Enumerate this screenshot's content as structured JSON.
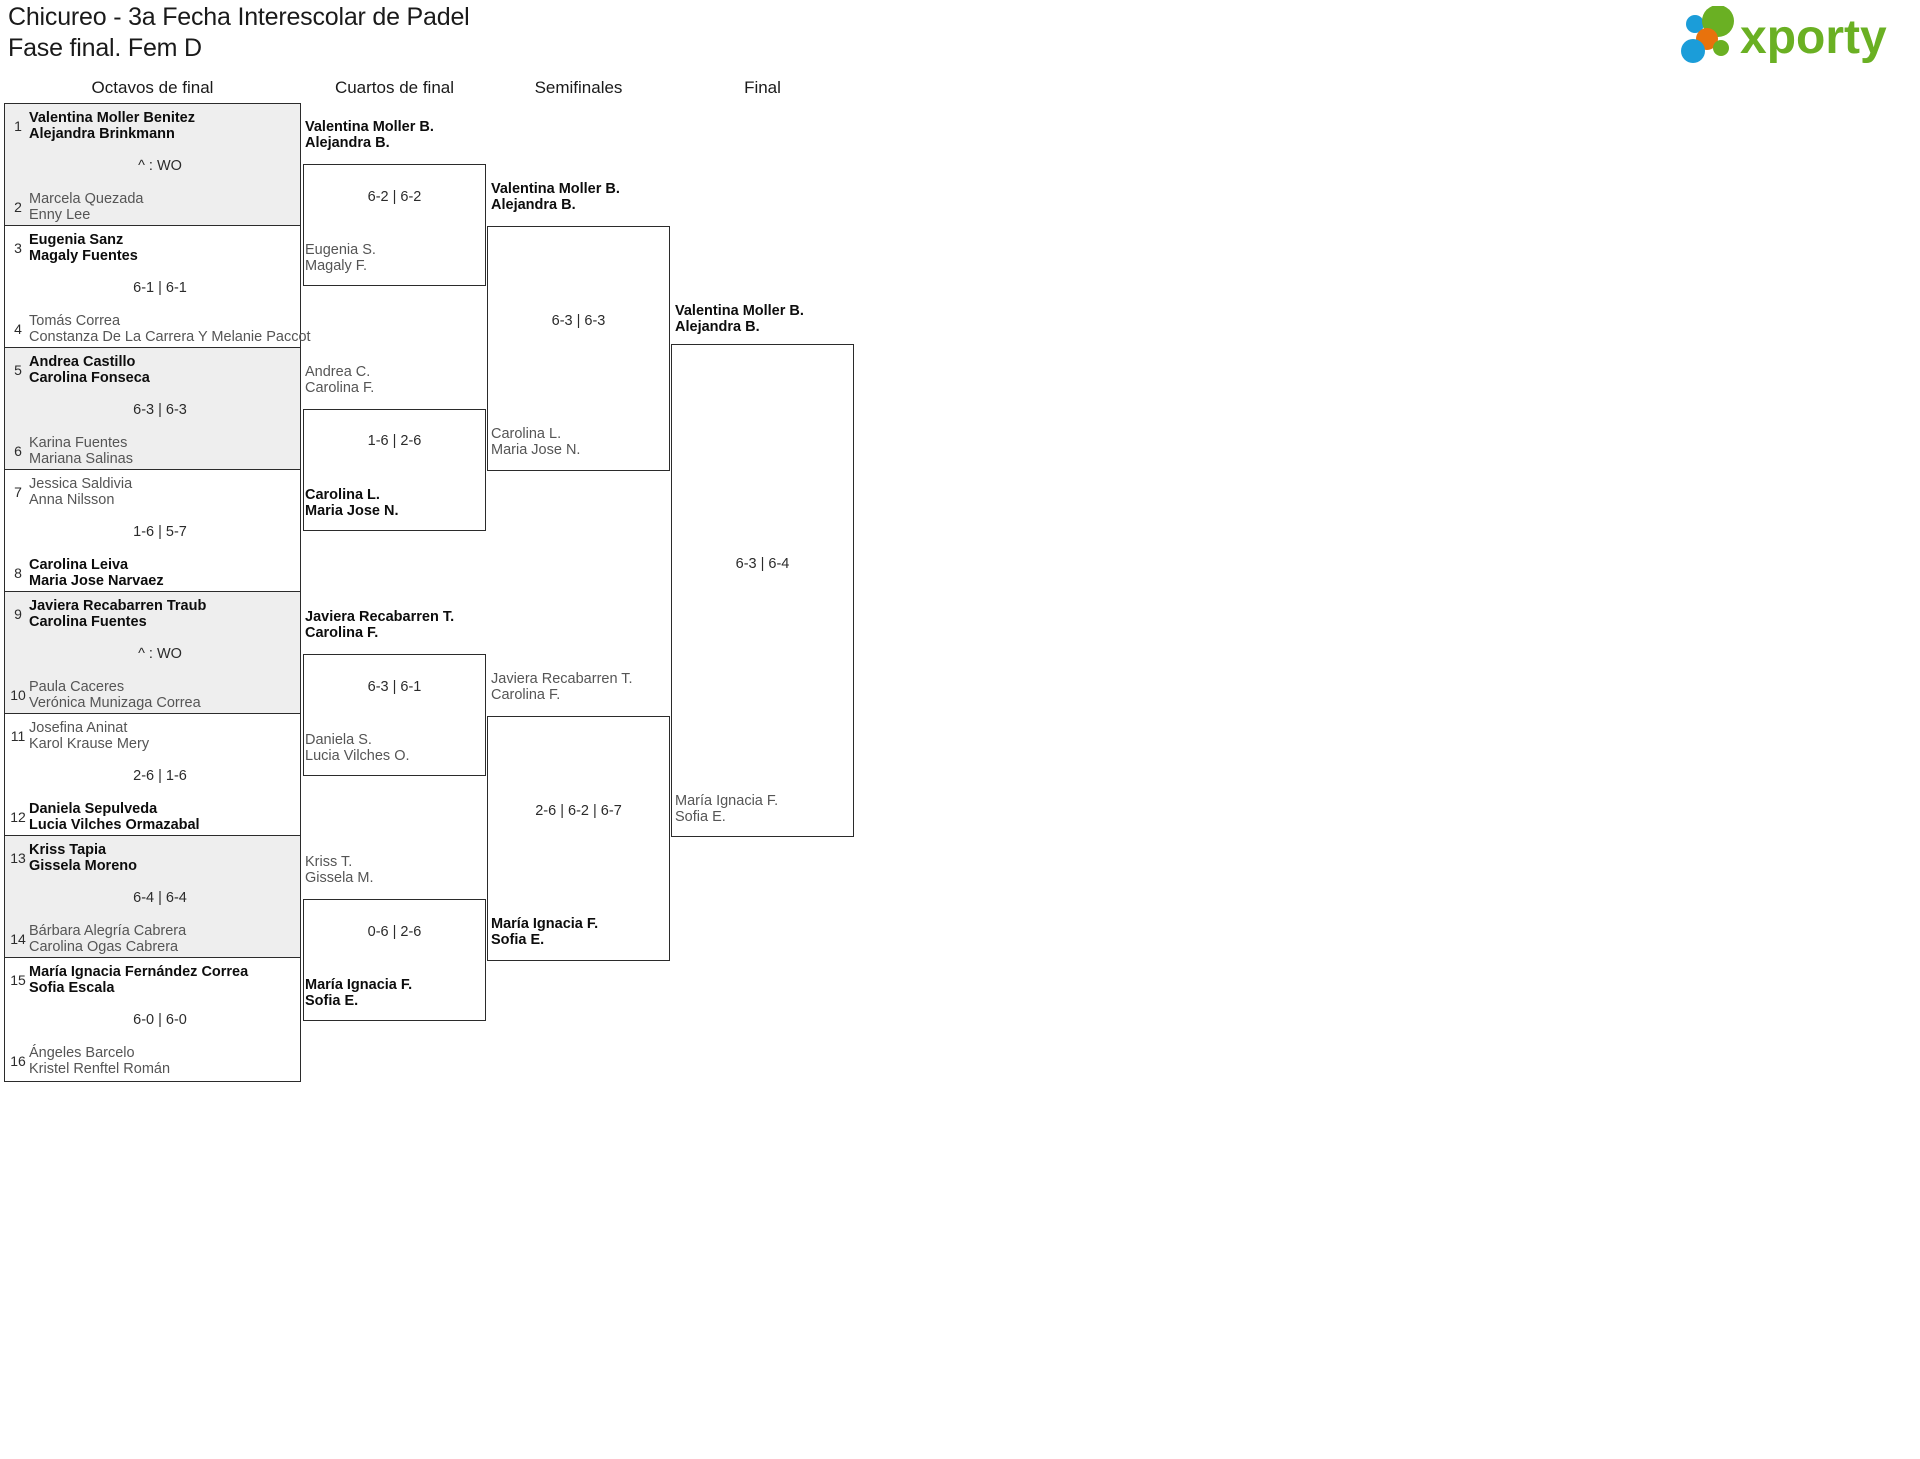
{
  "header": {
    "title_line1": "Chicureo - 3a Fecha Interescolar de Padel",
    "title_line2": "Fase final. Fem D",
    "logo_text": "xporty",
    "logo_colors": {
      "green": "#6ab023",
      "orange": "#e8720c",
      "blue": "#1b9dd9"
    }
  },
  "rounds": [
    {
      "label": "Octavos de final"
    },
    {
      "label": "Cuartos de final"
    },
    {
      "label": "Semifinales"
    },
    {
      "label": "Final"
    }
  ],
  "round1": {
    "matches": [
      {
        "score": "^ : WO",
        "top": {
          "seed": "1",
          "l1": "Valentina Moller Benitez",
          "l2": "Alejandra Brinkmann",
          "state": "winner"
        },
        "bottom": {
          "seed": "2",
          "l1": "Marcela Quezada",
          "l2": "Enny Lee",
          "state": "loser"
        }
      },
      {
        "score": "6-1 | 6-1",
        "top": {
          "seed": "3",
          "l1": "Eugenia Sanz",
          "l2": "Magaly Fuentes",
          "state": "winner"
        },
        "bottom": {
          "seed": "4",
          "l1": "Tomás Correa",
          "l2": "Constanza De La Carrera Y Melanie Paccot",
          "state": "loser"
        }
      },
      {
        "score": "6-3 | 6-3",
        "top": {
          "seed": "5",
          "l1": "Andrea Castillo",
          "l2": "Carolina Fonseca",
          "state": "winner"
        },
        "bottom": {
          "seed": "6",
          "l1": "Karina Fuentes",
          "l2": "Mariana Salinas",
          "state": "loser"
        }
      },
      {
        "score": "1-6 | 5-7",
        "top": {
          "seed": "7",
          "l1": "Jessica Saldivia",
          "l2": "Anna Nilsson",
          "state": "loser"
        },
        "bottom": {
          "seed": "8",
          "l1": "Carolina Leiva",
          "l2": "Maria Jose Narvaez",
          "state": "winner"
        }
      },
      {
        "score": "^ : WO",
        "top": {
          "seed": "9",
          "l1": "Javiera Recabarren Traub",
          "l2": "Carolina Fuentes",
          "state": "winner"
        },
        "bottom": {
          "seed": "10",
          "l1": "Paula Caceres",
          "l2": "Verónica Munizaga Correa",
          "state": "loser"
        }
      },
      {
        "score": "2-6 | 1-6",
        "top": {
          "seed": "11",
          "l1": "Josefina Aninat",
          "l2": "Karol Krause Mery",
          "state": "loser"
        },
        "bottom": {
          "seed": "12",
          "l1": "Daniela Sepulveda",
          "l2": "Lucia Vilches Ormazabal",
          "state": "winner"
        }
      },
      {
        "score": "6-4 | 6-4",
        "top": {
          "seed": "13",
          "l1": "Kriss Tapia",
          "l2": "Gissela Moreno",
          "state": "winner"
        },
        "bottom": {
          "seed": "14",
          "l1": "Bárbara Alegría Cabrera",
          "l2": "Carolina Ogas Cabrera",
          "state": "loser"
        }
      },
      {
        "score": "6-0 | 6-0",
        "top": {
          "seed": "15",
          "l1": "María Ignacia Fernández Correa",
          "l2": "Sofia Escala",
          "state": "winner"
        },
        "bottom": {
          "seed": "16",
          "l1": "Ángeles Barcelo",
          "l2": "Kristel Renftel Román",
          "state": "loser"
        }
      }
    ]
  },
  "round2": {
    "matches": [
      {
        "score": "6-2 | 6-2",
        "top": {
          "l1": "Valentina Moller B.",
          "l2": "Alejandra B.",
          "state": "winner"
        },
        "bottom": {
          "l1": "Eugenia S.",
          "l2": "Magaly F.",
          "state": "loser"
        }
      },
      {
        "score": "1-6 | 2-6",
        "top": {
          "l1": "Andrea C.",
          "l2": "Carolina F.",
          "state": "loser"
        },
        "bottom": {
          "l1": "Carolina L.",
          "l2": "Maria Jose N.",
          "state": "winner"
        }
      },
      {
        "score": "6-3 | 6-1",
        "top": {
          "l1": "Javiera Recabarren T.",
          "l2": "Carolina F.",
          "state": "winner"
        },
        "bottom": {
          "l1": "Daniela S.",
          "l2": "Lucia Vilches O.",
          "state": "loser"
        }
      },
      {
        "score": "0-6 | 2-6",
        "top": {
          "l1": "Kriss T.",
          "l2": "Gissela M.",
          "state": "loser"
        },
        "bottom": {
          "l1": "María Ignacia F.",
          "l2": "Sofia E.",
          "state": "winner"
        }
      }
    ]
  },
  "round3": {
    "matches": [
      {
        "score": "6-3 | 6-3",
        "top": {
          "l1": "Valentina Moller B.",
          "l2": "Alejandra B.",
          "state": "winner"
        },
        "bottom": {
          "l1": "Carolina L.",
          "l2": "Maria Jose N.",
          "state": "loser"
        }
      },
      {
        "score": "2-6 | 6-2 | 6-7",
        "top": {
          "l1": "Javiera Recabarren T.",
          "l2": "Carolina F.",
          "state": "loser"
        },
        "bottom": {
          "l1": "María Ignacia F.",
          "l2": "Sofia E.",
          "state": "winner"
        }
      }
    ]
  },
  "round4": {
    "matches": [
      {
        "score": "6-3 | 6-4",
        "top": {
          "l1": "Valentina Moller B.",
          "l2": "Alejandra B.",
          "state": "winner"
        },
        "bottom": {
          "l1": "María Ignacia F.",
          "l2": "Sofia E.",
          "state": "loser"
        }
      }
    ]
  }
}
